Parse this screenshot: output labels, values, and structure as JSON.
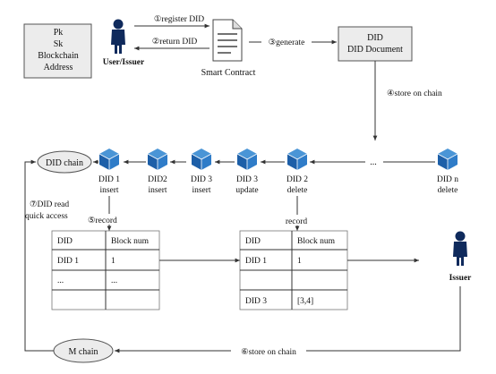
{
  "key_box": {
    "lines": [
      "Pk",
      "Sk",
      "Blockchain",
      "Address"
    ]
  },
  "user_issuer_label": "User/Issuer",
  "smart_contract_label": "Smart Contract",
  "steps": {
    "register": "①register DID",
    "return": "②return DID",
    "generate": "③generate",
    "store_on_chain": "④store on chain",
    "record": "⑤record",
    "store_on_m_chain": "⑥store on chain",
    "read_line1": "⑦DID read",
    "read_line2": "quick access"
  },
  "did_doc_box": {
    "line1": "DID",
    "line2": "DID Document"
  },
  "did_chain_label": "DID chain",
  "m_chain_label": "M chain",
  "ellipsis": "...",
  "blocks": [
    {
      "name": "DID 1",
      "op": "insert"
    },
    {
      "name": "DID2",
      "op": "insert"
    },
    {
      "name": "DID 3",
      "op": "insert"
    },
    {
      "name": "DID 3",
      "op": "update"
    },
    {
      "name": "DID 2",
      "op": "delete"
    },
    {
      "name": "DID n",
      "op": "delete"
    }
  ],
  "record_label_right": "record",
  "table_left": {
    "headers": [
      "DID",
      "Block num"
    ],
    "rows": [
      [
        "DID 1",
        "1"
      ],
      [
        "...",
        "..."
      ],
      [
        "",
        ""
      ]
    ]
  },
  "table_right": {
    "headers": [
      "DID",
      "Block num"
    ],
    "rows": [
      [
        "DID 1",
        "1"
      ],
      [
        "",
        ""
      ],
      [
        "DID 3",
        "[3,4]"
      ]
    ]
  },
  "issuer_label": "Issuer"
}
